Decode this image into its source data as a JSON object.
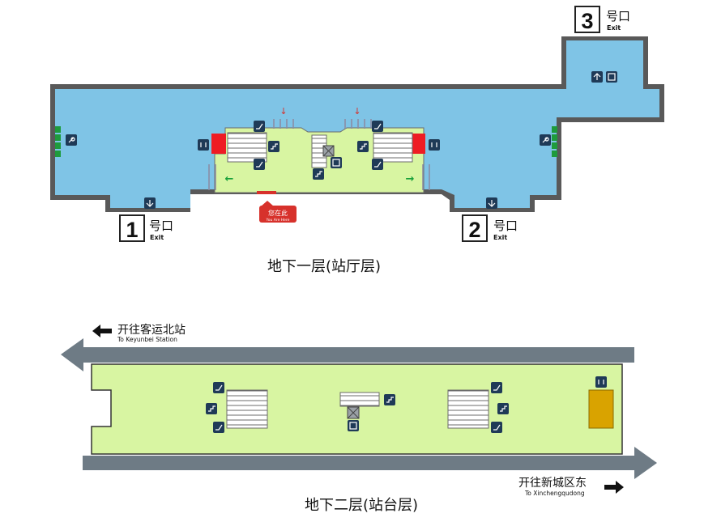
{
  "floors": {
    "concourse": {
      "title": "地下一层(站厅层)"
    },
    "platform": {
      "title": "地下二层(站台层)"
    }
  },
  "exits": [
    {
      "number": "1",
      "label": "号口",
      "sub": "Exit"
    },
    {
      "number": "2",
      "label": "号口",
      "sub": "Exit"
    },
    {
      "number": "3",
      "label": "号口",
      "sub": "Exit"
    }
  ],
  "you_are_here": {
    "cn": "您在此",
    "en": "You Are Here"
  },
  "directions": {
    "west": {
      "cn": "开往客运北站",
      "en": "To Keyunbei Station"
    },
    "east": {
      "cn": "开往新城区东",
      "en": "To Xinchengqudong"
    }
  },
  "colors": {
    "concourse_fill": "#7fc4e6",
    "paid_area_fill": "#d8f5a2",
    "platform_fill": "#d8f5a2",
    "wall": "#595959",
    "track_arrow": "#6e7b85",
    "you_are_here": "#d7312b",
    "service_room": "#ee1c24",
    "platform_room": "#d9a300",
    "icon_bg": "#1f3a57"
  }
}
